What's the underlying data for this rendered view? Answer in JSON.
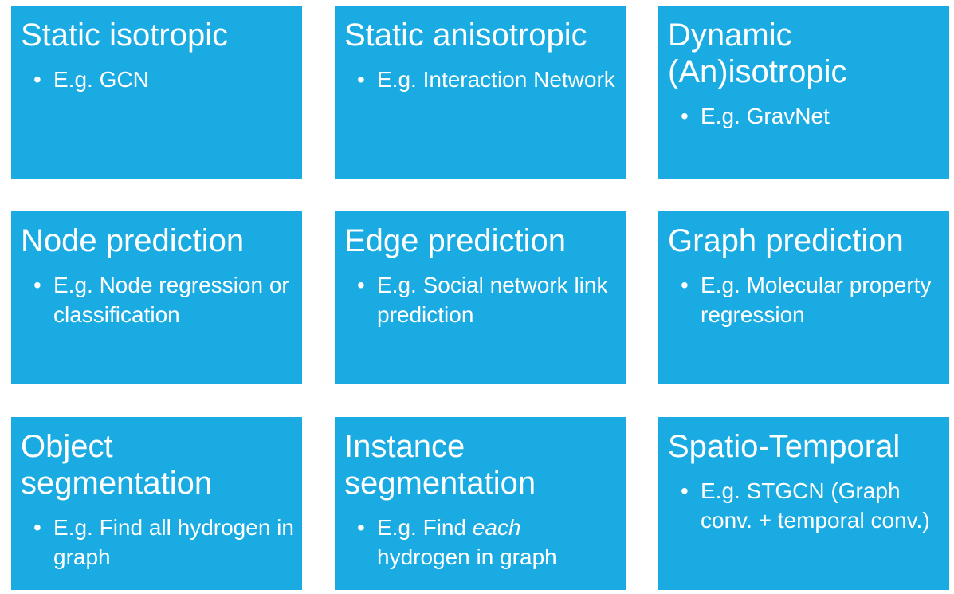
{
  "tiles": [
    {
      "title": "Static isotropic",
      "example": "E.g. GCN"
    },
    {
      "title": "Static anisotropic",
      "example": "E.g. Interaction Network"
    },
    {
      "title": "Dynamic (An)isotropic",
      "example": "E.g. GravNet"
    },
    {
      "title": "Node prediction",
      "example": "E.g. Node regression or classification"
    },
    {
      "title": "Edge prediction",
      "example": "E.g. Social network link prediction"
    },
    {
      "title": "Graph prediction",
      "example": "E.g. Molecular property regression"
    },
    {
      "title": "Object segmentation",
      "example": "E.g. Find all hydrogen in graph"
    },
    {
      "title": "Instance segmentation",
      "example_prefix": "E.g. Find ",
      "example_emphasis": "each",
      "example_suffix": " hydrogen in graph"
    },
    {
      "title": "Spatio-Temporal",
      "example": "E.g. STGCN (Graph conv. + temporal conv.)"
    }
  ],
  "colors": {
    "tile_background": "#1aabe2",
    "tile_text": "#ffffff",
    "page_background": "#ffffff"
  }
}
